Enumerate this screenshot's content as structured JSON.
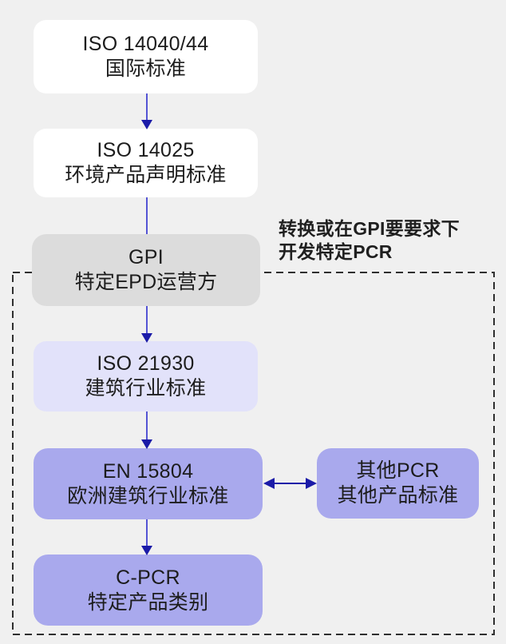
{
  "title": "EPD/PCR standards hierarchy flowchart",
  "colors": {
    "background": "#f0f0f0",
    "dashed_border": "#2f2f2f",
    "arrow_line": "#5454d4",
    "arrow_head": "#1b1ba8",
    "text": "#1c1c1c",
    "node_white": "#ffffff",
    "node_gray": "#dcdcdc",
    "node_lavender": "#e2e2fa",
    "node_purple": "#a9a9ed"
  },
  "nodes": [
    {
      "id": "iso14040",
      "line1": "ISO 14040/44",
      "line2": "国际标准",
      "fill": "#ffffff"
    },
    {
      "id": "iso14025",
      "line1": "ISO 14025",
      "line2": "环境产品声明标准",
      "fill": "#ffffff"
    },
    {
      "id": "gpi",
      "line1": "GPI",
      "line2": "特定EPD运营方",
      "fill": "#dcdcdc"
    },
    {
      "id": "iso21930",
      "line1": "ISO 21930",
      "line2": "建筑行业标准",
      "fill": "#e2e2fa"
    },
    {
      "id": "en15804",
      "line1": "EN 15804",
      "line2": "欧洲建筑行业标准",
      "fill": "#a9a9ed"
    },
    {
      "id": "other_pcr",
      "line1": "其他PCR",
      "line2": "其他产品标准",
      "fill": "#a9a9ed"
    },
    {
      "id": "c_pcr",
      "line1": "C-PCR",
      "line2": "特定产品类别",
      "fill": "#a9a9ed"
    }
  ],
  "annotation": {
    "line1": "转换或在GPI要要求下",
    "line2": "开发特定PCR"
  }
}
